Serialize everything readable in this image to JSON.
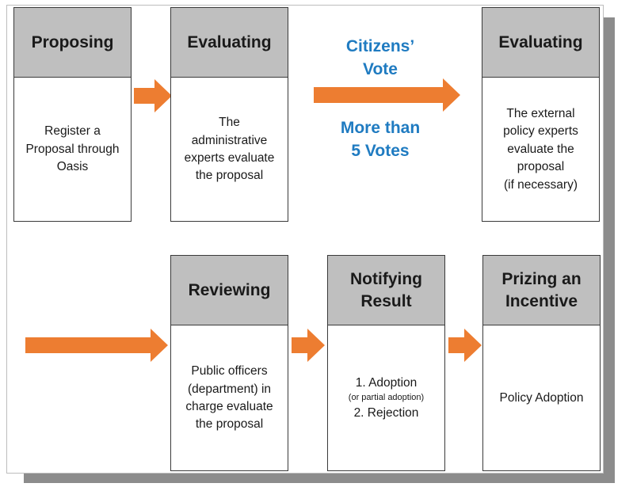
{
  "colors": {
    "arrow": "#ed7d31",
    "header_fill": "#bfbfbf",
    "vote_text": "#1f7bc1",
    "shadow": "#8c8c8c"
  },
  "steps": {
    "proposing": {
      "title": "Proposing",
      "lines": [
        "Register a",
        "Proposal through",
        "Oasis"
      ]
    },
    "evaluating1": {
      "title": "Evaluating",
      "lines": [
        "The",
        "administrative",
        "experts evaluate",
        "the proposal"
      ]
    },
    "evaluating2": {
      "title": "Evaluating",
      "lines": [
        "The external",
        "policy experts",
        "evaluate the",
        "proposal",
        "(if necessary)"
      ]
    },
    "reviewing": {
      "title": "Reviewing",
      "lines": [
        "Public officers",
        "(department) in",
        "charge evaluate",
        "the proposal"
      ]
    },
    "notifying": {
      "title_lines": [
        "Notifying",
        "Result"
      ],
      "line1": "1. Adoption",
      "line2": "(or partial adoption)",
      "line3": "2. Rejection"
    },
    "prizing": {
      "title_lines": [
        "Prizing an",
        "Incentive"
      ],
      "lines": [
        "Policy Adoption"
      ]
    }
  },
  "vote": {
    "line1": "Citizens’",
    "line2": "Vote",
    "line3": "More than",
    "line4": "5 Votes"
  }
}
